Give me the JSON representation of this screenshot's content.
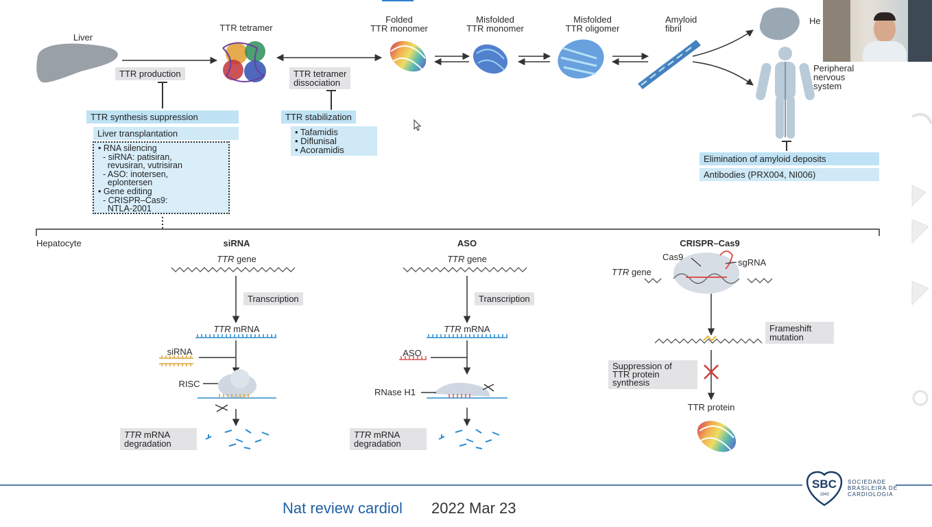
{
  "pathway": {
    "liver": "Liver",
    "ttr_tetramer": "TTR tetramer",
    "folded_monomer_1": "Folded",
    "folded_monomer_2": "TTR monomer",
    "misfolded_monomer_1": "Misfolded",
    "misfolded_monomer_2": "TTR monomer",
    "misfolded_oligomer_1": "Misfolded",
    "misfolded_oligomer_2": "TTR oligomer",
    "amyloid_fibril_1": "Amyloid",
    "amyloid_fibril_2": "fibril",
    "heart": "He",
    "pns_1": "Peripheral",
    "pns_2": "nervous",
    "pns_3": "system",
    "ttr_production": "TTR production",
    "tetramer_dissociation_1": "TTR tetramer",
    "tetramer_dissociation_2": "dissociation"
  },
  "therapies": {
    "synthesis_suppression": "TTR synthesis suppression",
    "liver_transplantation": "Liver transplantation",
    "rna_lines": [
      "• RNA silencing",
      "  - siRNA: patisiran,",
      "    revusiran, vutrisiran",
      "  - ASO: inotersen,",
      "    eplontersen",
      "• Gene editing",
      "  - CRISPR–Cas9:",
      "    NTLA-2001"
    ],
    "stabilization": "TTR stabilization",
    "stabilizers": [
      "• Tafamidis",
      "• Diflunisal",
      "• Acoramidis"
    ],
    "elimination": "Elimination of amyloid deposits",
    "antibodies": "Antibodies (PRX004, NI006)"
  },
  "hepatocyte": {
    "label": "Hepatocyte",
    "sirna": {
      "title": "siRNA",
      "gene_i": "TTR",
      "gene": " gene",
      "transcription": "Transcription",
      "mrna_i": "TTR",
      "mrna": " mRNA",
      "agent": "siRNA",
      "complex": "RISC",
      "result_i": "TTR",
      "result_1": " mRNA",
      "result_2": "degradation"
    },
    "aso": {
      "title": "ASO",
      "gene_i": "TTR",
      "gene": " gene",
      "transcription": "Transcription",
      "mrna_i": "TTR",
      "mrna": " mRNA",
      "agent": "ASO",
      "complex": "RNase H1",
      "result_i": "TTR",
      "result_1": " mRNA",
      "result_2": "degradation"
    },
    "crispr": {
      "title": "CRISPR–Cas9",
      "cas9": "Cas9",
      "sgrna": "sgRNA",
      "gene_i": "TTR",
      "gene": " gene",
      "frameshift_1": "Frameshift",
      "frameshift_2": "mutation",
      "suppression_1": "Suppression of",
      "suppression_2": "TTR protein",
      "suppression_3": "synthesis",
      "protein": "TTR protein"
    }
  },
  "footer": {
    "citation_journal": "Nat review cardiol",
    "citation_date": "2022 Mar 23",
    "logo_text": "SBC",
    "logo_year": "1943",
    "society_1": "SOCIEDADE",
    "society_2": "BRASILEIRA DE",
    "society_3": "CARDIOLOGIA"
  },
  "colors": {
    "accent_blue": "#1f5fa8",
    "label_blue": "#cfe9f7",
    "label_grey": "#e3e3e6",
    "mrna_blue": "#2a8ccf",
    "sirna_gold": "#d9a43a",
    "aso_red": "#d9534f"
  }
}
